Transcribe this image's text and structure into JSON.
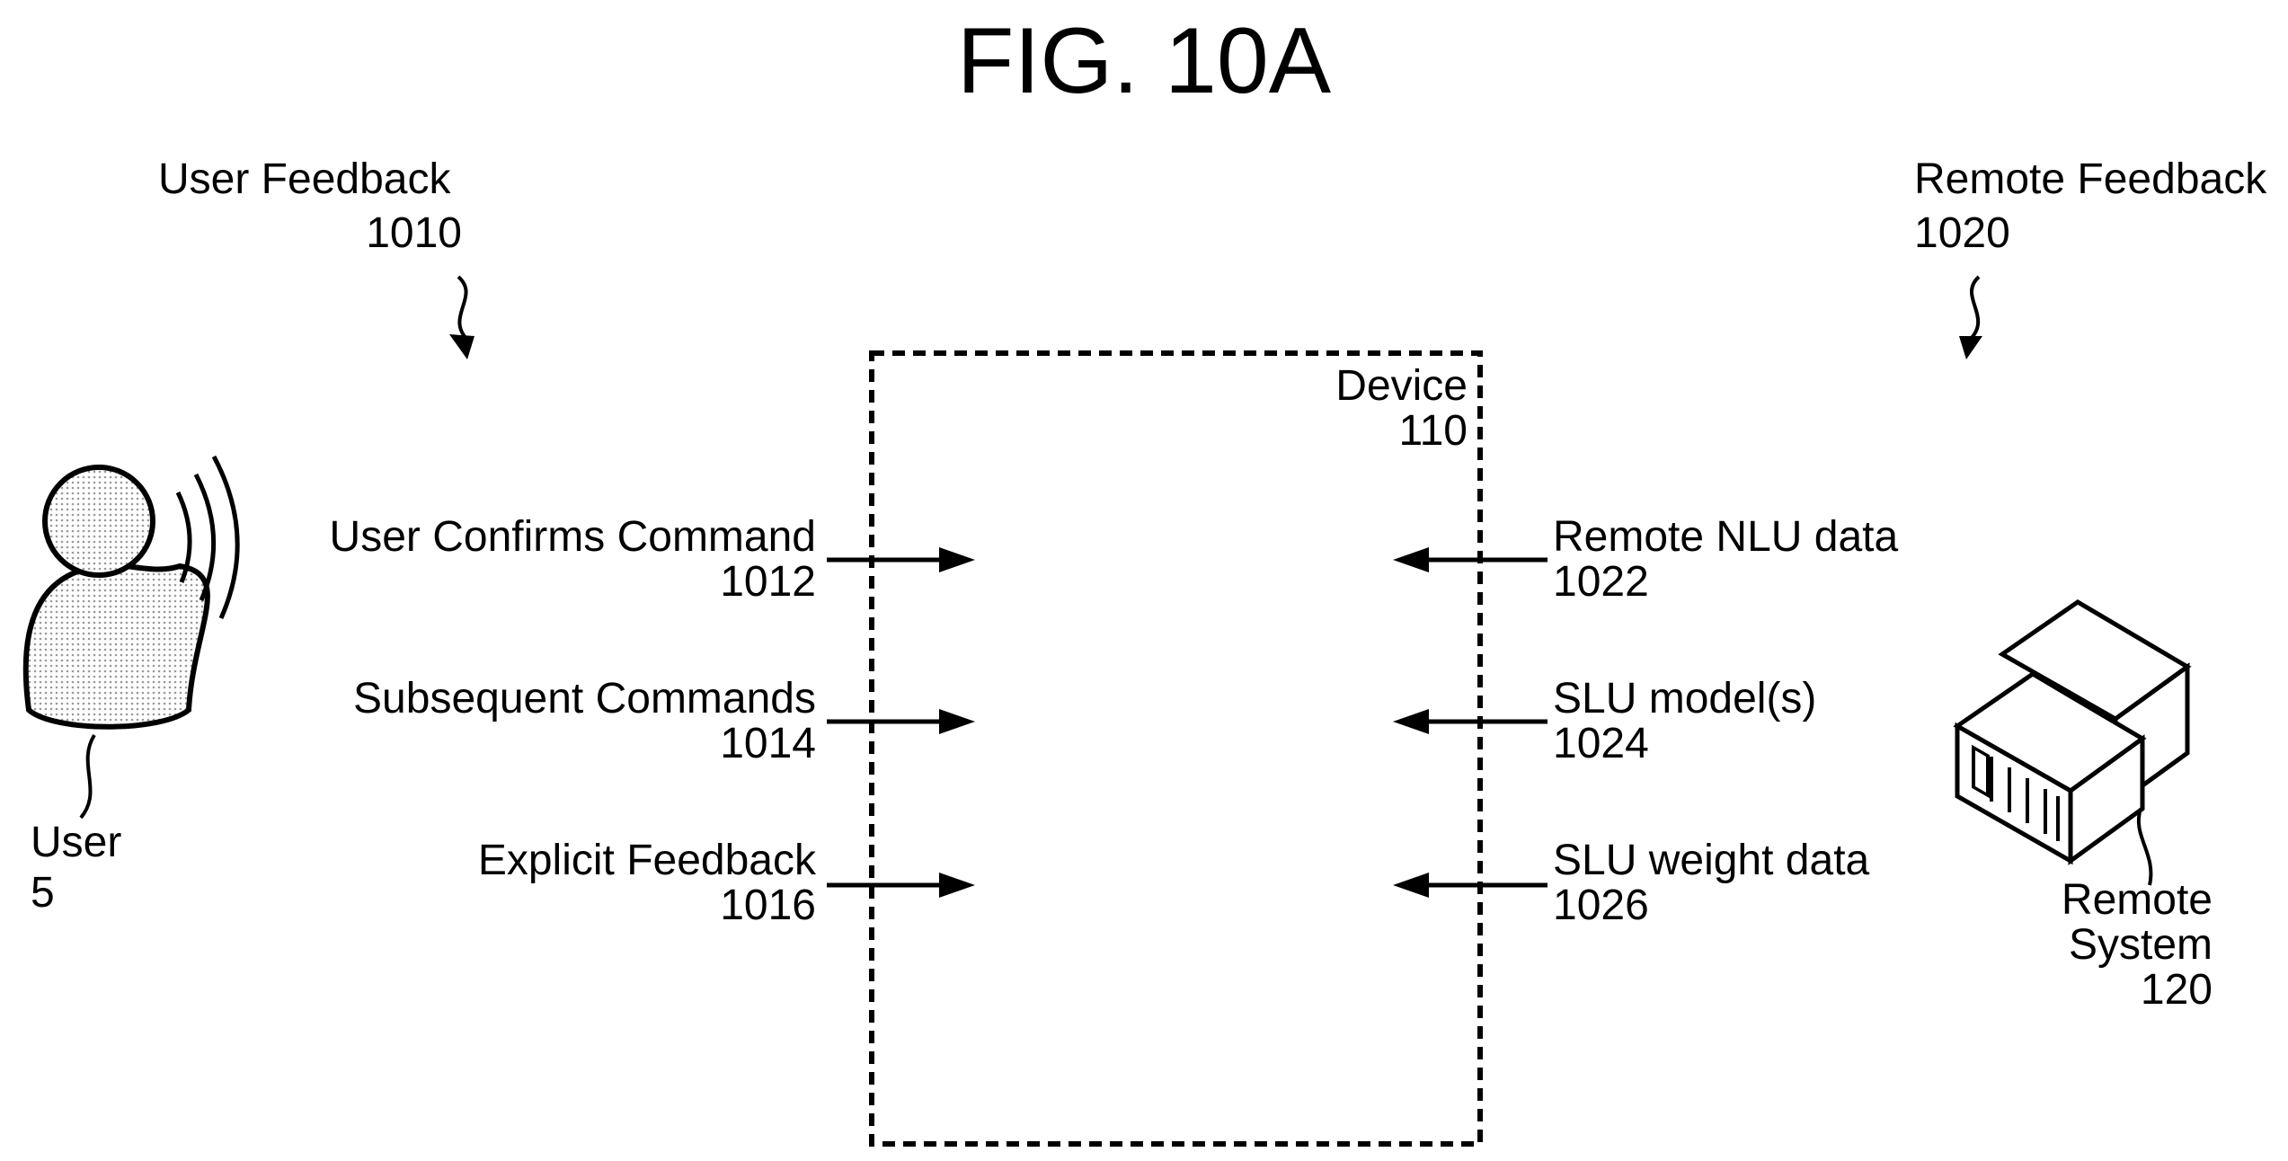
{
  "figure": {
    "title": "FIG. 10A"
  },
  "user_feedback": {
    "label": "User Feedback",
    "ref": "1010"
  },
  "remote_feedback": {
    "label": "Remote Feedback",
    "ref": "1020"
  },
  "device": {
    "label": "Device",
    "ref": "110"
  },
  "user": {
    "label": "User",
    "ref": "5"
  },
  "remote_system": {
    "label_line1": "Remote",
    "label_line2": "System",
    "ref": "120"
  },
  "left_inputs": [
    {
      "label": "User Confirms Command",
      "ref": "1012"
    },
    {
      "label": "Subsequent Commands",
      "ref": "1014"
    },
    {
      "label": "Explicit Feedback",
      "ref": "1016"
    }
  ],
  "right_inputs": [
    {
      "label": "Remote NLU data",
      "ref": "1022"
    },
    {
      "label": "SLU model(s)",
      "ref": "1024"
    },
    {
      "label": "SLU weight data",
      "ref": "1026"
    }
  ]
}
